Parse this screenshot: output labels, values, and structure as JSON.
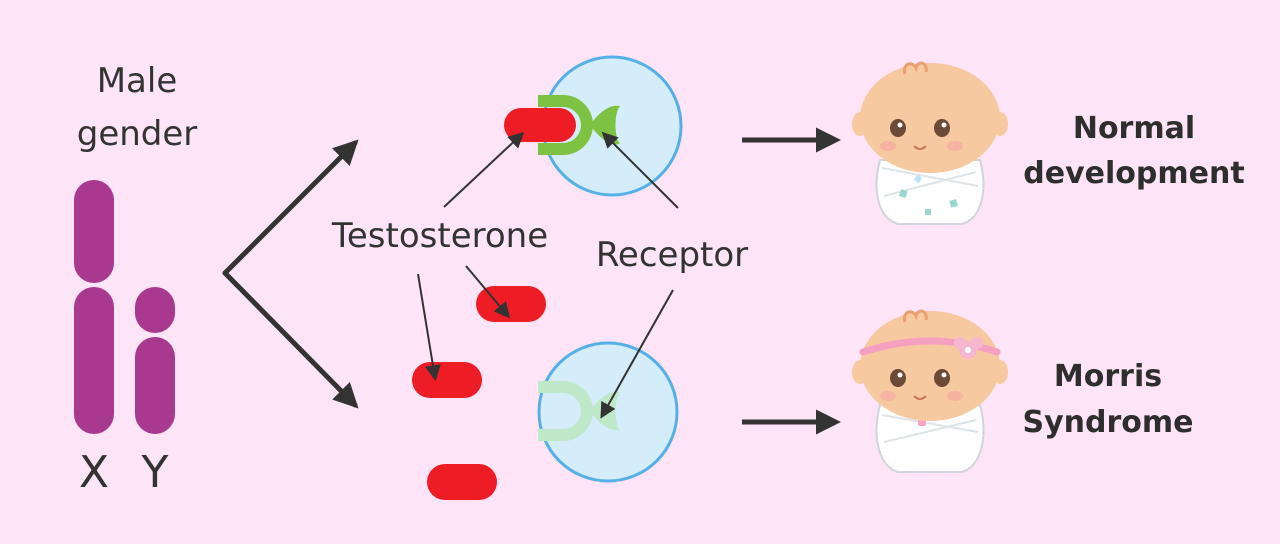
{
  "labels": {
    "male_gender_line1": "Male",
    "male_gender_line2": "gender",
    "chromosome_x": "X",
    "chromosome_y": "Y",
    "testosterone": "Testosterone",
    "receptor": "Receptor",
    "normal_line1": "Normal",
    "normal_line2": "development",
    "morris_line1": "Morris",
    "morris_line2": "Syndrome"
  },
  "colors": {
    "background": "#fde4f7",
    "chromosome": "#a8398e",
    "hormone": "#ee1c25",
    "receptor_active": "#7dc242",
    "receptor_faded": "#bfe8c9",
    "cell_fill": "#d5edfb",
    "cell_stroke": "#55b0e8",
    "arrow": "#333333"
  },
  "icons": {
    "baby_top": "baby-boy-swaddled-icon",
    "baby_bottom": "baby-girl-swaddled-headband-icon"
  }
}
